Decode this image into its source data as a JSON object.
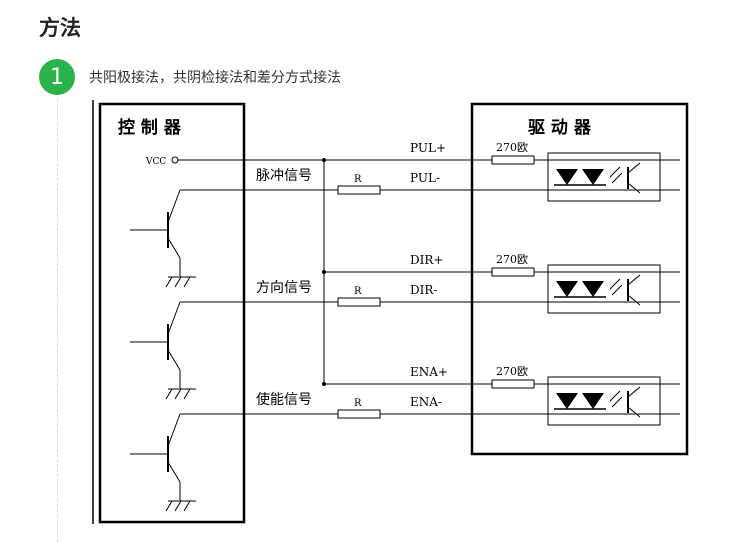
{
  "header": {
    "title": "方法"
  },
  "step": {
    "number": "1",
    "text": "共阳极接法，共阴检接法和差分方式接法"
  },
  "diagram": {
    "controller_label": "控 制 器",
    "driver_label": "驱 动 器",
    "vcc_label": "VCC",
    "resistor_label": "R",
    "channels": [
      {
        "signal": "脉冲信号",
        "plus": "PUL+",
        "minus": "PUL-",
        "resistance": "270欧"
      },
      {
        "signal": "方向信号",
        "plus": "DIR+",
        "minus": "DIR-",
        "resistance": "270欧"
      },
      {
        "signal": "使能信号",
        "plus": "ENA+",
        "minus": "ENA-",
        "resistance": "270欧"
      }
    ]
  }
}
